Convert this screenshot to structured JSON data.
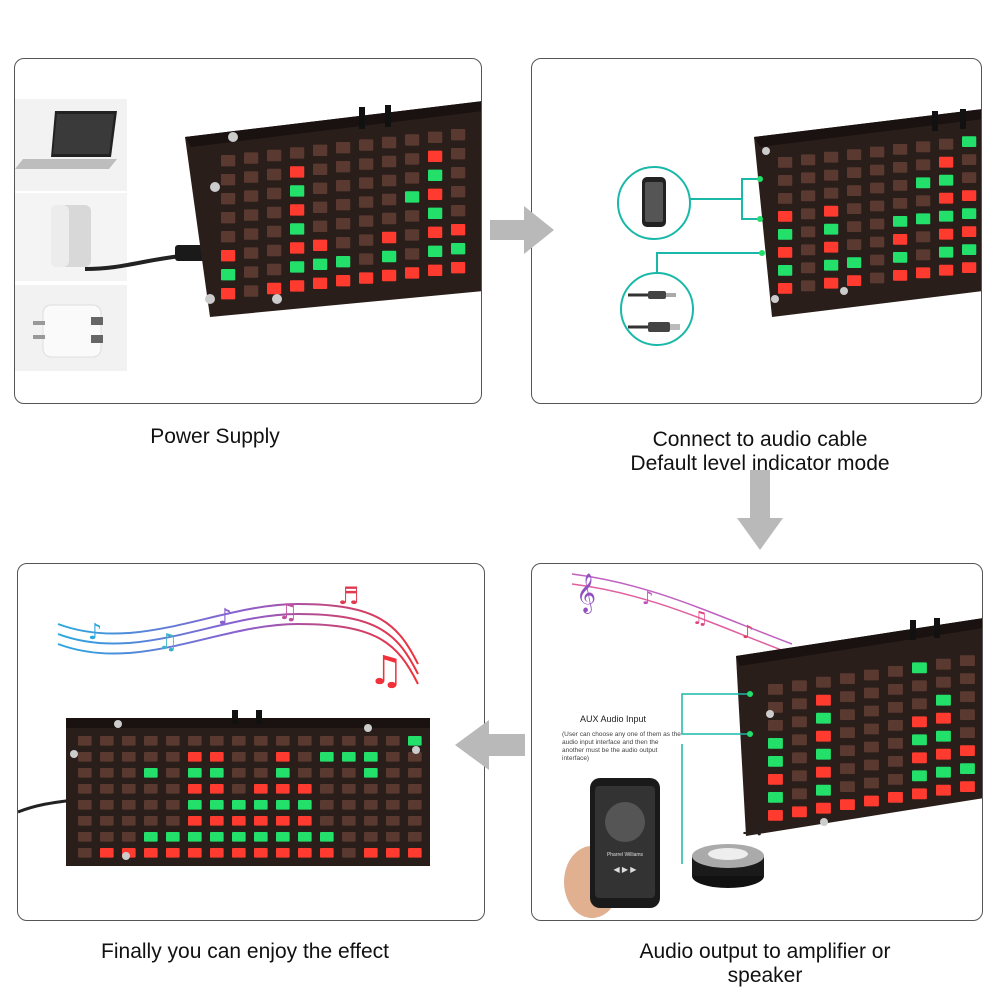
{
  "captions": {
    "power_supply": "Power Supply",
    "connect_line1": "Connect to audio cable",
    "connect_line2": "Default level indicator mode",
    "finally": "Finally you can enjoy the effect",
    "audio_output_line1": "Audio output to amplifier or",
    "audio_output_line2": "speaker"
  },
  "aux": {
    "title": "AUX Audio Input",
    "note": "(User can choose any one of them as the audio input interface and then the another must be the audio output interface)"
  },
  "phone": {
    "artist": "Pharrel Williams"
  },
  "colors": {
    "led_red": "#ff3b2f",
    "led_green": "#22e06a",
    "case": "#2a1e1a",
    "connector_line": "#19b8a8",
    "arrow_gray": "#b9b9b9"
  },
  "icons": [
    "laptop-icon",
    "power-bank-icon",
    "usb-charger-icon",
    "phone-icon",
    "audio-cable-icon",
    "music-notes-icon",
    "speaker-icon"
  ]
}
